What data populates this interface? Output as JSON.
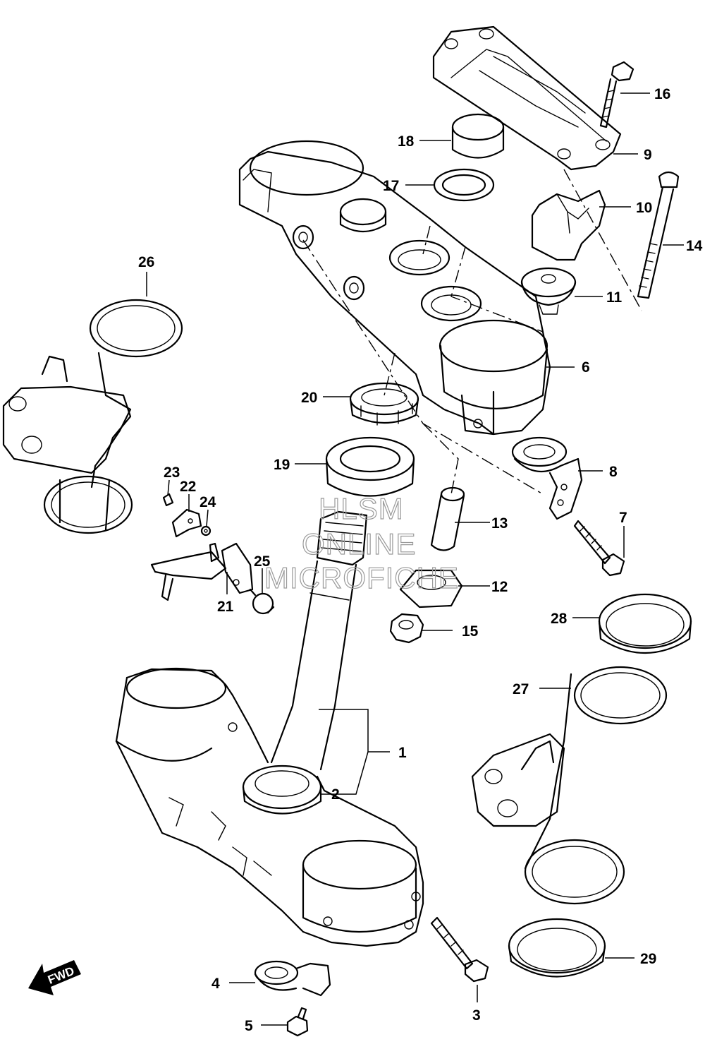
{
  "watermark": {
    "line1": "HLSM",
    "line2": "ONLINE",
    "line3": "MICROFICHE"
  },
  "direction_badge": {
    "label": "FWD"
  },
  "callouts": {
    "c1": "1",
    "c2": "2",
    "c3": "3",
    "c4": "4",
    "c5": "5",
    "c6": "6",
    "c7": "7",
    "c8": "8",
    "c9": "9",
    "c10": "10",
    "c11": "11",
    "c12": "12",
    "c13": "13",
    "c14": "14",
    "c15": "15",
    "c16": "16",
    "c17": "17",
    "c18": "18",
    "c19": "19",
    "c20": "20",
    "c21": "21",
    "c22": "22",
    "c23": "23",
    "c24": "24",
    "c25": "25",
    "c26": "26",
    "c27": "27",
    "c28": "28",
    "c29": "29"
  }
}
